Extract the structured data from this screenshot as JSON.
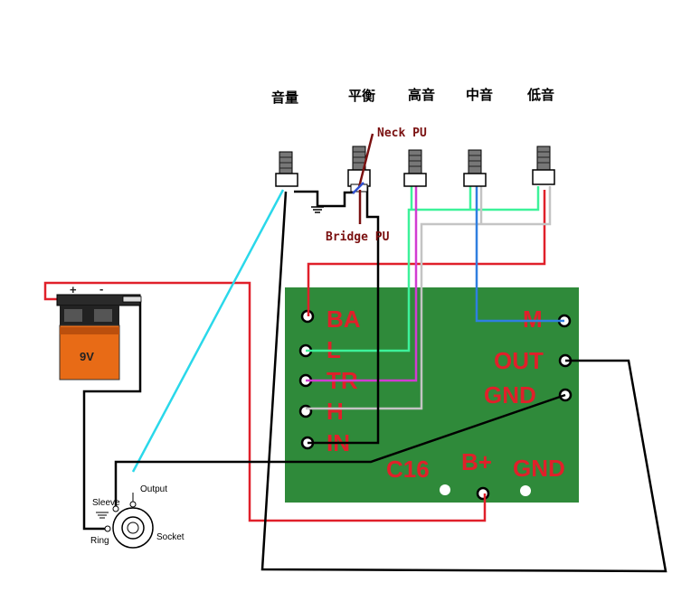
{
  "knobs": {
    "volume": "音量",
    "balance": "平衡",
    "treble": "高音",
    "mid": "中音",
    "bass": "低音"
  },
  "pickups": {
    "neck": "Neck PU",
    "bridge": "Bridge PU"
  },
  "board": {
    "labels": {
      "ba": "BA",
      "l": "L",
      "tr": "TR",
      "h": "H",
      "in": "IN",
      "m": "M",
      "out": "OUT",
      "gnd_right": "GND",
      "c16": "C16",
      "bplus": "B+",
      "gnd_bottom": "GND"
    },
    "color": "#2f8a3a",
    "text_color": "#e0202a"
  },
  "battery": {
    "label": "9V",
    "plus": "+",
    "minus": "-"
  },
  "socket": {
    "sleeve": "Sleeve",
    "ring": "Ring",
    "output": "Output",
    "socket": "Socket"
  },
  "wire_colors": {
    "red": "#e0202a",
    "black": "#000000",
    "cyan": "#2ad8ea",
    "green": "#3df29a",
    "magenta": "#d23cd2",
    "gray": "#c4c4c4",
    "blue": "#2f7fe0"
  }
}
